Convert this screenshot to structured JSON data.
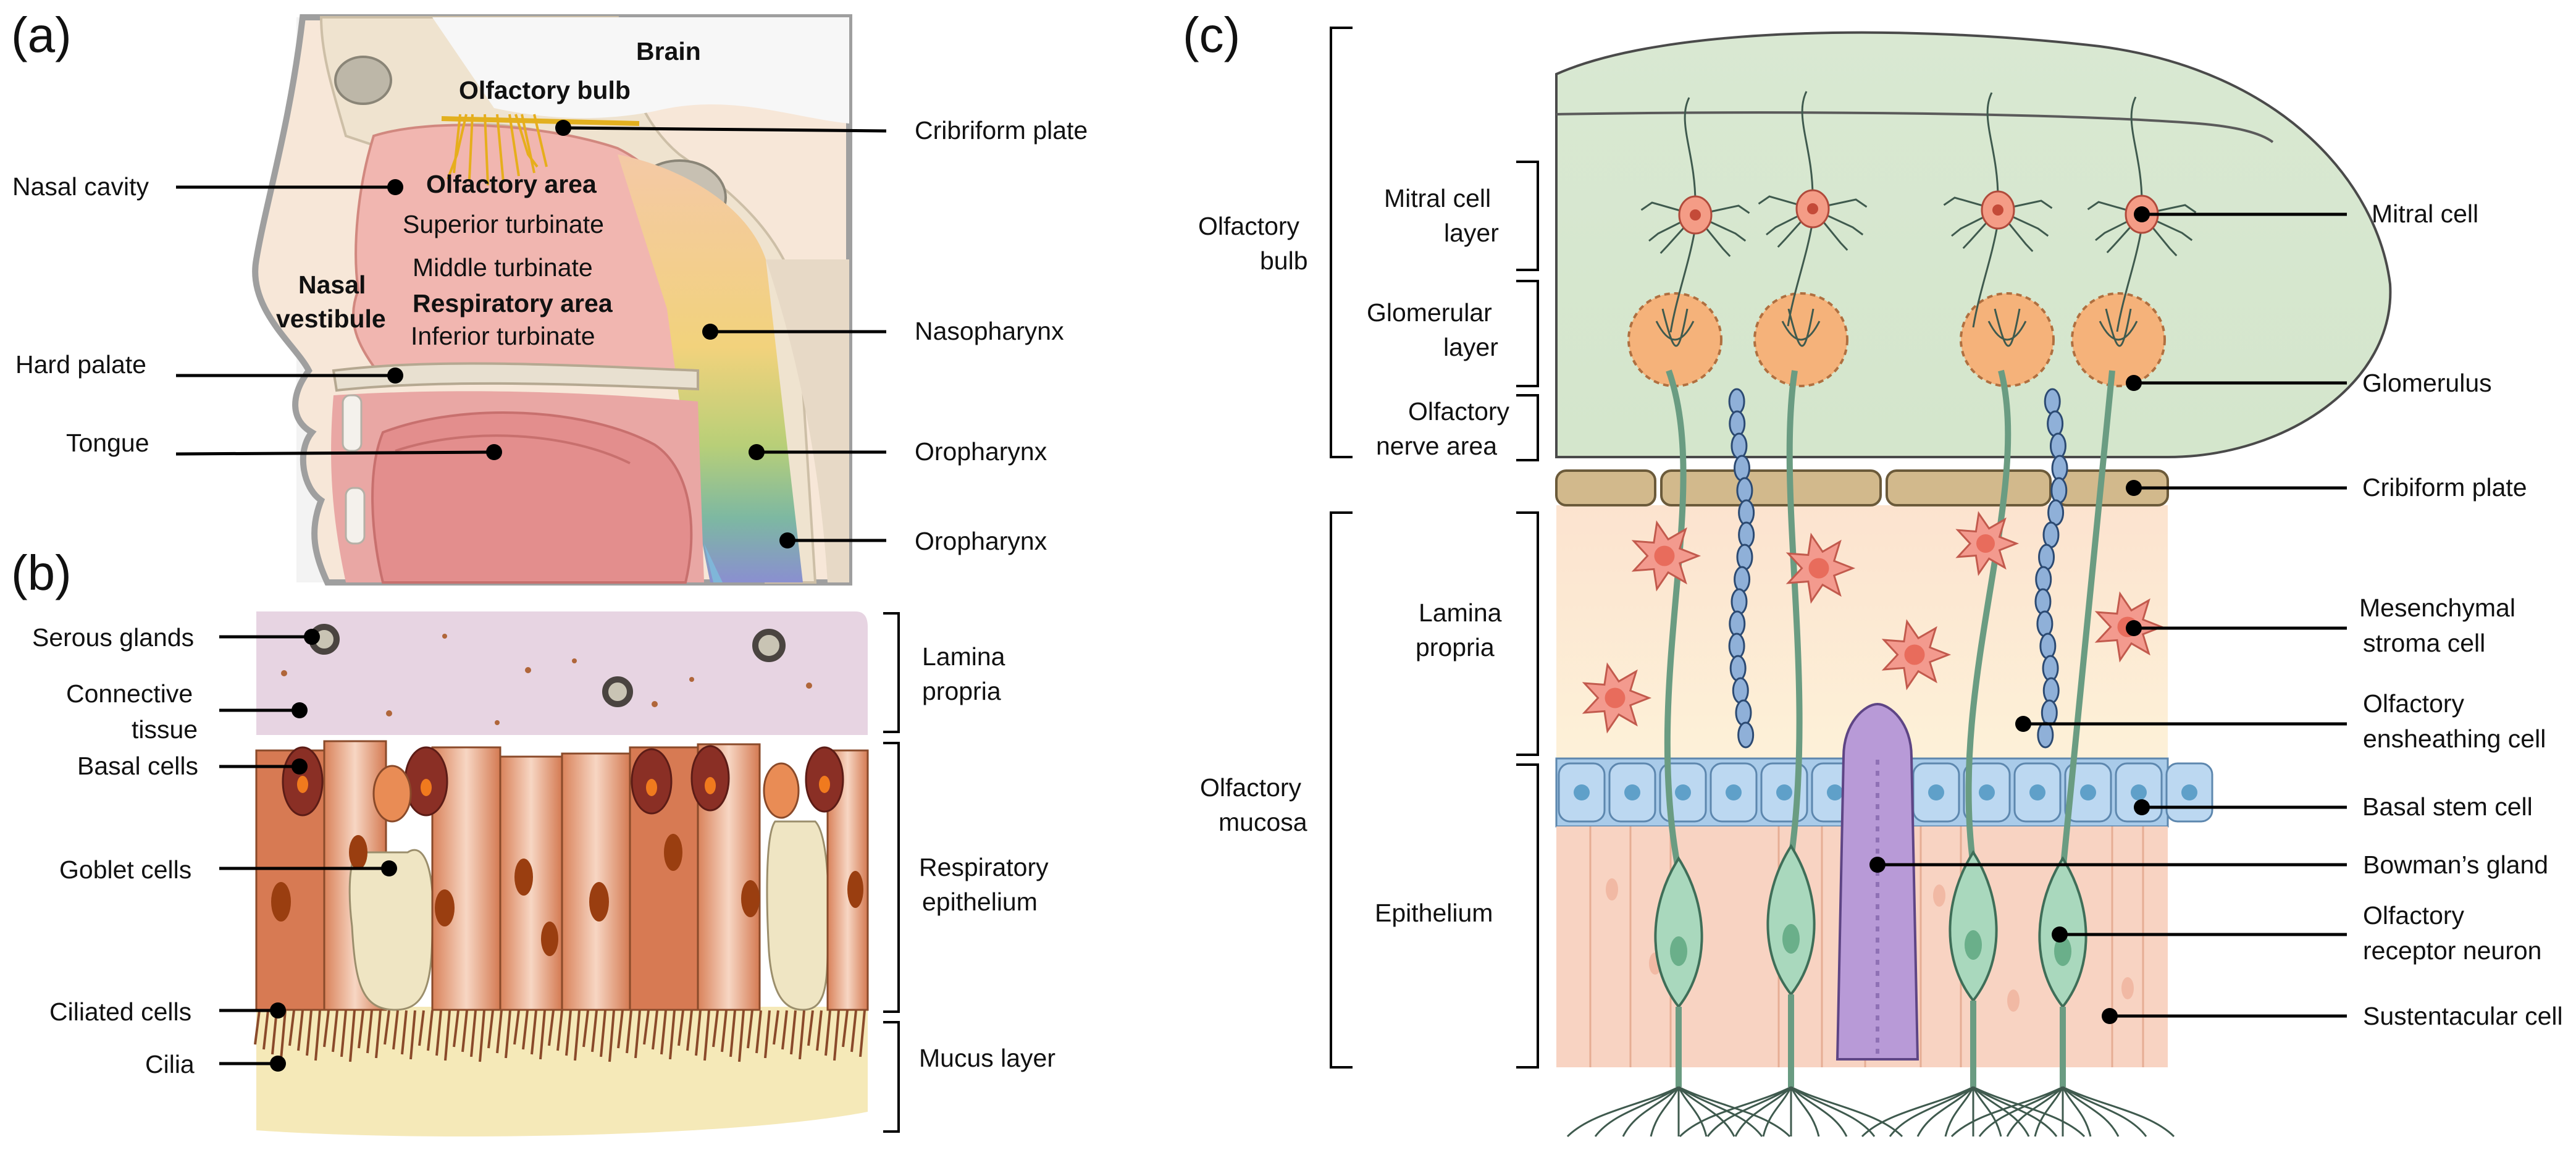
{
  "panels": {
    "a": "(a)",
    "b": "(b)",
    "c": "(c)"
  },
  "panel_a": {
    "inner": {
      "brain": "Brain",
      "olfactory_bulb": "Olfactory bulb",
      "olfactory_area": "Olfactory area",
      "superior_turbinate": "Superior turbinate",
      "middle_turbinate": "Middle turbinate",
      "respiratory_area": "Respiratory area",
      "inferior_turbinate": "Inferior turbinate",
      "nasal_vestibule_1": "Nasal",
      "nasal_vestibule_2": "vestibule"
    },
    "callouts": {
      "nasal_cavity": "Nasal cavity",
      "hard_palate": "Hard palate",
      "tongue": "Tongue",
      "cribriform_plate": "Cribriform plate",
      "nasopharynx": "Nasopharynx",
      "oropharynx_1": "Oropharynx",
      "oropharynx_2": "Oropharynx"
    }
  },
  "panel_b": {
    "callouts": {
      "serous_glands": "Serous glands",
      "connective_tissue_1": "Connective",
      "connective_tissue_2": "tissue",
      "basal_cells": "Basal cells",
      "goblet_cells": "Goblet cells",
      "ciliated_cells": "Ciliated cells",
      "cilia": "Cilia"
    },
    "layers": {
      "lamina_propria_1": "Lamina",
      "lamina_propria_2": "propria",
      "respiratory_epithelium_1": "Respiratory",
      "respiratory_epithelium_2": "epithelium",
      "mucus_layer": "Mucus layer"
    }
  },
  "panel_c": {
    "left_groups": {
      "olfactory_bulb_1": "Olfactory",
      "olfactory_bulb_2": "bulb",
      "olfactory_mucosa_1": "Olfactory",
      "olfactory_mucosa_2": "mucosa"
    },
    "sub_layers": {
      "mitral_cell_layer_1": "Mitral cell",
      "mitral_cell_layer_2": "layer",
      "glomerular_layer_1": "Glomerular",
      "glomerular_layer_2": "layer",
      "olfactory_nerve_area_1": "Olfactory",
      "olfactory_nerve_area_2": "nerve area",
      "lamina_propria_1": "Lamina",
      "lamina_propria_2": "propria",
      "epithelium": "Epithelium"
    },
    "callouts": {
      "mitral_cell": "Mitral cell",
      "glomerulus": "Glomerulus",
      "cribiform_plate": "Cribiform plate",
      "mesenchymal_stroma_1": "Mesenchymal",
      "mesenchymal_stroma_2": "stroma cell",
      "olfactory_ensheathing_1": "Olfactory",
      "olfactory_ensheathing_2": "ensheathing cell",
      "basal_stem_cell": "Basal stem cell",
      "bowmans_gland": "Bowman’s gland",
      "olfactory_receptor_1": "Olfactory",
      "olfactory_receptor_2": "receptor neuron",
      "sustentacular_cell": "Sustentacular cell"
    }
  }
}
